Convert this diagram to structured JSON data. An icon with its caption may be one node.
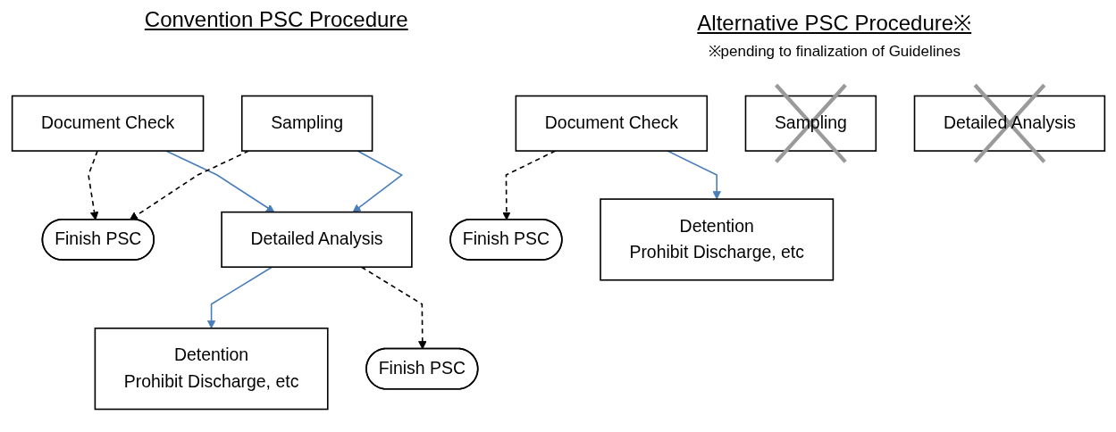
{
  "diagram": {
    "nodes": [
      {
        "text": [
          "Document Check"
        ]
      },
      {
        "text": [
          "Sampling"
        ]
      },
      {
        "text": [
          "Finish PSC"
        ]
      },
      {
        "text": [
          "Detailed Analysis"
        ]
      },
      {
        "text": [
          "Finish PSC"
        ]
      },
      {
        "text": [
          "Detention",
          "Prohibit Discharge, etc"
        ]
      },
      {
        "text": [
          "Document Check"
        ]
      },
      {
        "text": [
          "Sampling"
        ]
      },
      {
        "text": [
          "Finish PSC"
        ]
      },
      {
        "text": [
          "Detailed Analysis"
        ]
      },
      {
        "text": [
          "Detention",
          "Prohibit Discharge, etc"
        ]
      }
    ],
    "edges": [
      {
        "from": 0,
        "to": 3,
        "arrow": "to"
      },
      {
        "from": 1,
        "to": 3,
        "arrow": "to"
      },
      {
        "from": 0,
        "to": 2,
        "arrow": "to",
        "style": "dashed",
        "color": "#000000"
      },
      {
        "from": 1,
        "to": 2,
        "arrow": "to",
        "style": "dashed",
        "color": "#000000"
      },
      {
        "from": 3,
        "to": 5,
        "arrow": "to"
      },
      {
        "from": 3,
        "to": 4,
        "arrow": "to",
        "style": "dashed",
        "color": "#000000"
      },
      {
        "from": 6,
        "to": 8,
        "arrow": "to",
        "style": "dashed",
        "color": "#000000"
      },
      {
        "from": 6,
        "to": 10,
        "arrow": "to"
      }
    ],
    "labels": [
      "Convention PSC Procedure",
      "Alternative PSC Procedure※",
      "※pending to finalization of Guidelines"
    ]
  }
}
